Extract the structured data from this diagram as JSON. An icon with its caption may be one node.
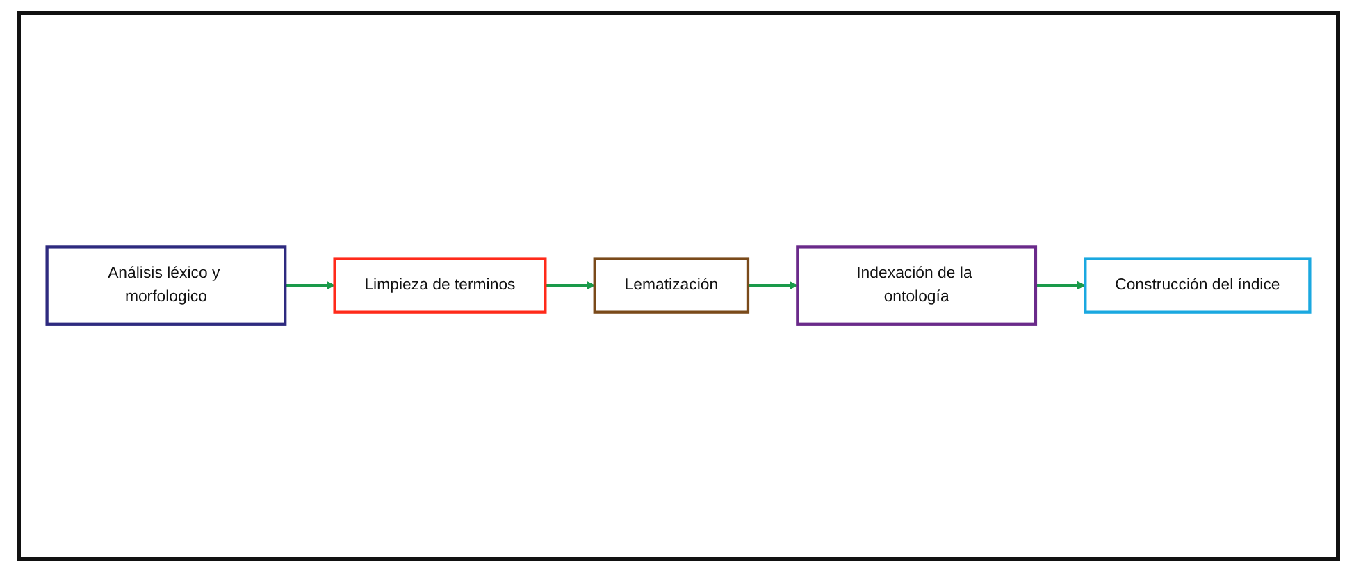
{
  "diagram": {
    "nodes": [
      {
        "text": [
          "Análisis léxico y morfologico"
        ]
      },
      {
        "text": [
          "Limpieza de terminos"
        ]
      },
      {
        "text": [
          "Lematización"
        ]
      },
      {
        "text": [
          "Indexación de la ontología"
        ]
      },
      {
        "text": [
          "Construcción del índice"
        ]
      }
    ],
    "edges": [
      {
        "from": 0,
        "to": 1,
        "arrow": "to"
      },
      {
        "from": 1,
        "to": 2,
        "arrow": "to"
      },
      {
        "from": 2,
        "to": 3,
        "arrow": "to"
      },
      {
        "from": 3,
        "to": 4,
        "arrow": "to"
      }
    ]
  }
}
